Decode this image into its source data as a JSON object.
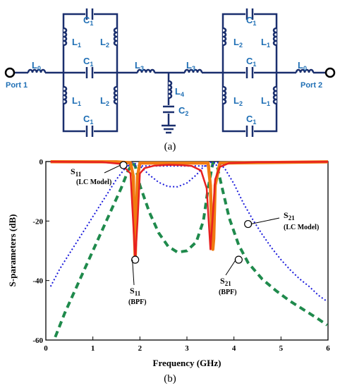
{
  "circuit": {
    "caption": "(a)",
    "port_left": "Port 1",
    "port_right": "Port 2",
    "L0": "L",
    "L0_sub": "0",
    "L1": "L",
    "L1_sub": "1",
    "L2": "L",
    "L2_sub": "2",
    "L3": "L",
    "L3_sub": "3",
    "L4": "L",
    "L4_sub": "4",
    "C1": "C",
    "C1_sub": "1",
    "C2": "C",
    "C2_sub": "2",
    "wire_color": "#1a2f6e",
    "label_color": "#1f6fb5",
    "port_color": "#000000"
  },
  "chart_data": {
    "type": "line",
    "caption": "(b)",
    "xlabel": "Frequency (GHz)",
    "ylabel": "S-parameters (dB)",
    "xlim": [
      0,
      6
    ],
    "ylim": [
      -60,
      0
    ],
    "xticks": [
      "0",
      "1",
      "2",
      "3",
      "4",
      "5",
      "6"
    ],
    "yticks": [
      "0",
      "-20",
      "-40",
      "-60"
    ],
    "series": [
      {
        "key": "s11_lc",
        "color": "#1a1adb",
        "style": "dotted",
        "x": [
          0.1,
          0.3,
          0.5,
          0.7,
          0.9,
          1.1,
          1.3,
          1.5,
          1.7,
          1.85,
          2.0,
          2.2,
          2.4,
          2.6,
          2.8,
          3.0,
          3.2,
          3.35,
          3.5,
          3.65,
          3.8,
          4.0,
          4.2,
          4.4,
          4.6,
          4.8,
          5.0,
          5.2,
          5.4,
          5.6,
          5.8,
          5.98
        ],
        "y": [
          -42,
          -36,
          -31,
          -26,
          -21,
          -16,
          -11,
          -6,
          -2,
          -0.3,
          -1.5,
          -4.5,
          -7,
          -8.4,
          -8.5,
          -7.2,
          -4.5,
          -1.8,
          -0.3,
          -0.3,
          -2.2,
          -7.5,
          -14,
          -19.5,
          -24.5,
          -29,
          -33,
          -36.5,
          -39.5,
          -42,
          -45,
          -47
        ]
      },
      {
        "key": "s21_lc",
        "color": "#1a1adb",
        "style": "dotted",
        "x": [
          0.1,
          1.0,
          1.5,
          1.6,
          1.8,
          3.5,
          4.0,
          6.0
        ],
        "y": [
          -0.3,
          -0.3,
          -0.4,
          -1.2,
          -1.5,
          -1.5,
          -0.3,
          -0.2
        ]
      },
      {
        "key": "s11_bpf",
        "color": "#f07a10",
        "style": "solid",
        "x": [
          0.1,
          1.5,
          1.8,
          1.86,
          1.88,
          1.9,
          1.92,
          1.95,
          2.0,
          3.45,
          3.5,
          3.53,
          3.55,
          3.57,
          3.6,
          3.7,
          6.0
        ],
        "y": [
          -0.05,
          -0.1,
          -0.4,
          -5,
          -22,
          -33,
          -20,
          -5,
          -0.5,
          -0.5,
          -8,
          -25,
          -29.5,
          -26,
          -8,
          -0.5,
          -0.1
        ]
      },
      {
        "key": "s21_bpf",
        "color": "#1f8a4c",
        "style": "dashed",
        "x": [
          0.2,
          0.4,
          0.6,
          0.8,
          1.0,
          1.2,
          1.4,
          1.6,
          1.75,
          1.85,
          1.9,
          2.0,
          2.2,
          2.4,
          2.6,
          2.8,
          3.0,
          3.2,
          3.35,
          3.45,
          3.55,
          3.65,
          3.75,
          3.9,
          4.1,
          4.3,
          4.6,
          4.9,
          5.2,
          5.5,
          5.8,
          5.98
        ],
        "y": [
          -59,
          -51,
          -44,
          -37,
          -30,
          -23,
          -16,
          -9,
          -3,
          -0.6,
          -1.5,
          -8,
          -17,
          -24,
          -28.5,
          -30.5,
          -30,
          -27,
          -20,
          -9,
          -0.5,
          -2,
          -9,
          -19,
          -28,
          -34,
          -39.5,
          -43.5,
          -47,
          -50,
          -53,
          -55
        ]
      },
      {
        "key": "s21_lc_red",
        "color": "#e82020",
        "style": "solid",
        "x": [
          0.1,
          1.2,
          1.6,
          1.8,
          1.9,
          1.95,
          2.0,
          2.1,
          2.3,
          2.6,
          2.9,
          3.1,
          3.3,
          3.42,
          3.5,
          3.55,
          3.6,
          3.7,
          3.9,
          4.5,
          6.0
        ],
        "y": [
          -0.05,
          -0.2,
          -0.8,
          -4,
          -33,
          -20,
          -4,
          -2.2,
          -1.4,
          -1.1,
          -1.2,
          -1.5,
          -3,
          -9,
          -29.5,
          -18,
          -6,
          -1.8,
          -0.5,
          -0.2,
          -0.1
        ]
      }
    ],
    "annotations": [
      {
        "key": "a1",
        "main": "S",
        "sub": "11",
        "sub2": "(LC Model)"
      },
      {
        "key": "a2",
        "main": "S",
        "sub": "21",
        "sub2": "(LC Model)"
      },
      {
        "key": "a3",
        "main": "S",
        "sub": "11",
        "sub2": "(BPF)"
      },
      {
        "key": "a4",
        "main": "S",
        "sub": "21",
        "sub2": "(BPF)"
      }
    ]
  }
}
